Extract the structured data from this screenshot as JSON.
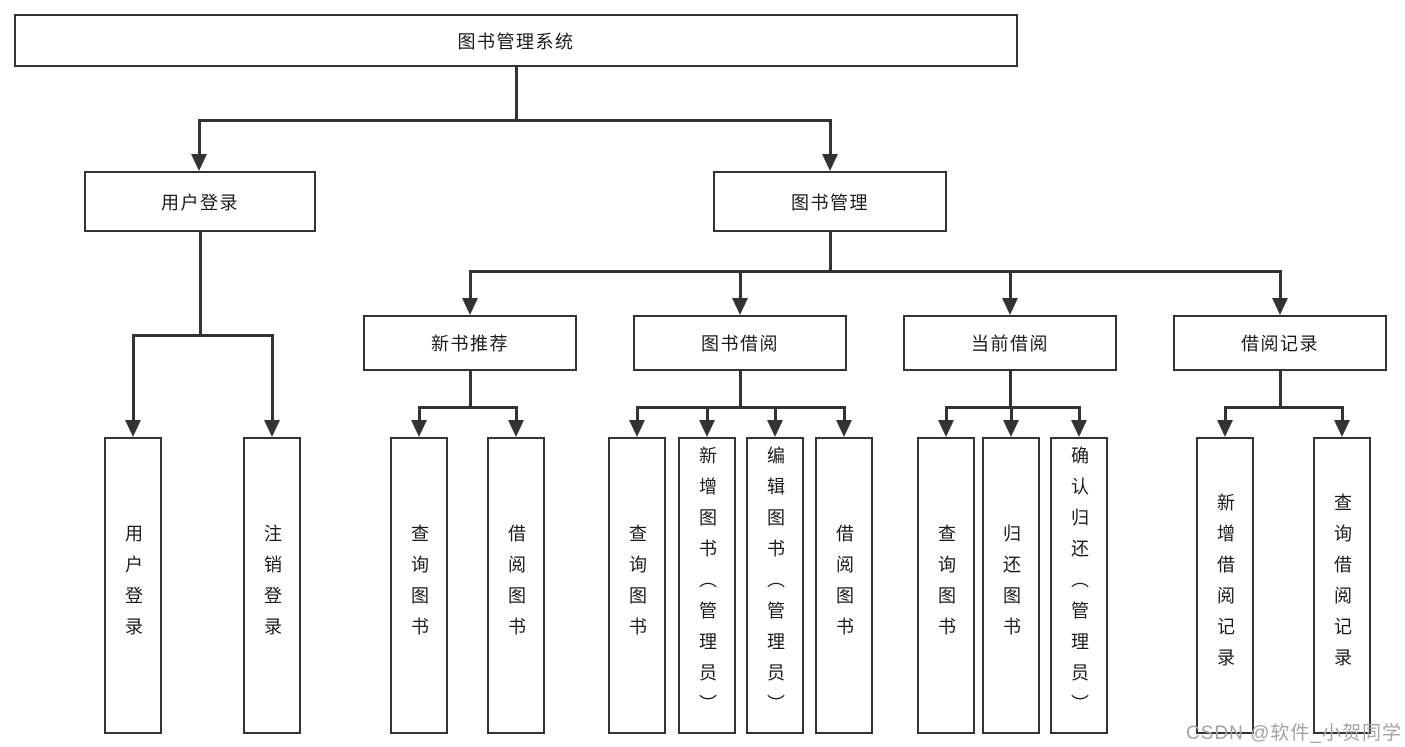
{
  "diagram": {
    "root": {
      "label": "图书管理系统"
    },
    "level2": [
      {
        "label": "用户登录",
        "leaves": [
          {
            "label": "用户登录"
          },
          {
            "label": "注销登录"
          }
        ]
      },
      {
        "label": "图书管理",
        "children": [
          {
            "label": "新书推荐",
            "leaves": [
              {
                "label": "查询图书"
              },
              {
                "label": "借阅图书"
              }
            ]
          },
          {
            "label": "图书借阅",
            "leaves": [
              {
                "label": "查询图书"
              },
              {
                "label": "新增图书（管理员）"
              },
              {
                "label": "编辑图书（管理员）"
              },
              {
                "label": "借阅图书"
              }
            ]
          },
          {
            "label": "当前借阅",
            "leaves": [
              {
                "label": "查询图书"
              },
              {
                "label": "归还图书"
              },
              {
                "label": "确认归还（管理员）"
              }
            ]
          },
          {
            "label": "借阅记录",
            "leaves": [
              {
                "label": "新增借阅记录"
              },
              {
                "label": "查询借阅记录"
              }
            ]
          }
        ]
      }
    ],
    "watermark": "CSDN @软件_小贺同学",
    "colors": {
      "line": "#333333",
      "border": "#333333",
      "fill": "#ffffff",
      "text": "#1a1a1a",
      "watermark": "#a3a3a3",
      "background": "#ffffff"
    }
  }
}
